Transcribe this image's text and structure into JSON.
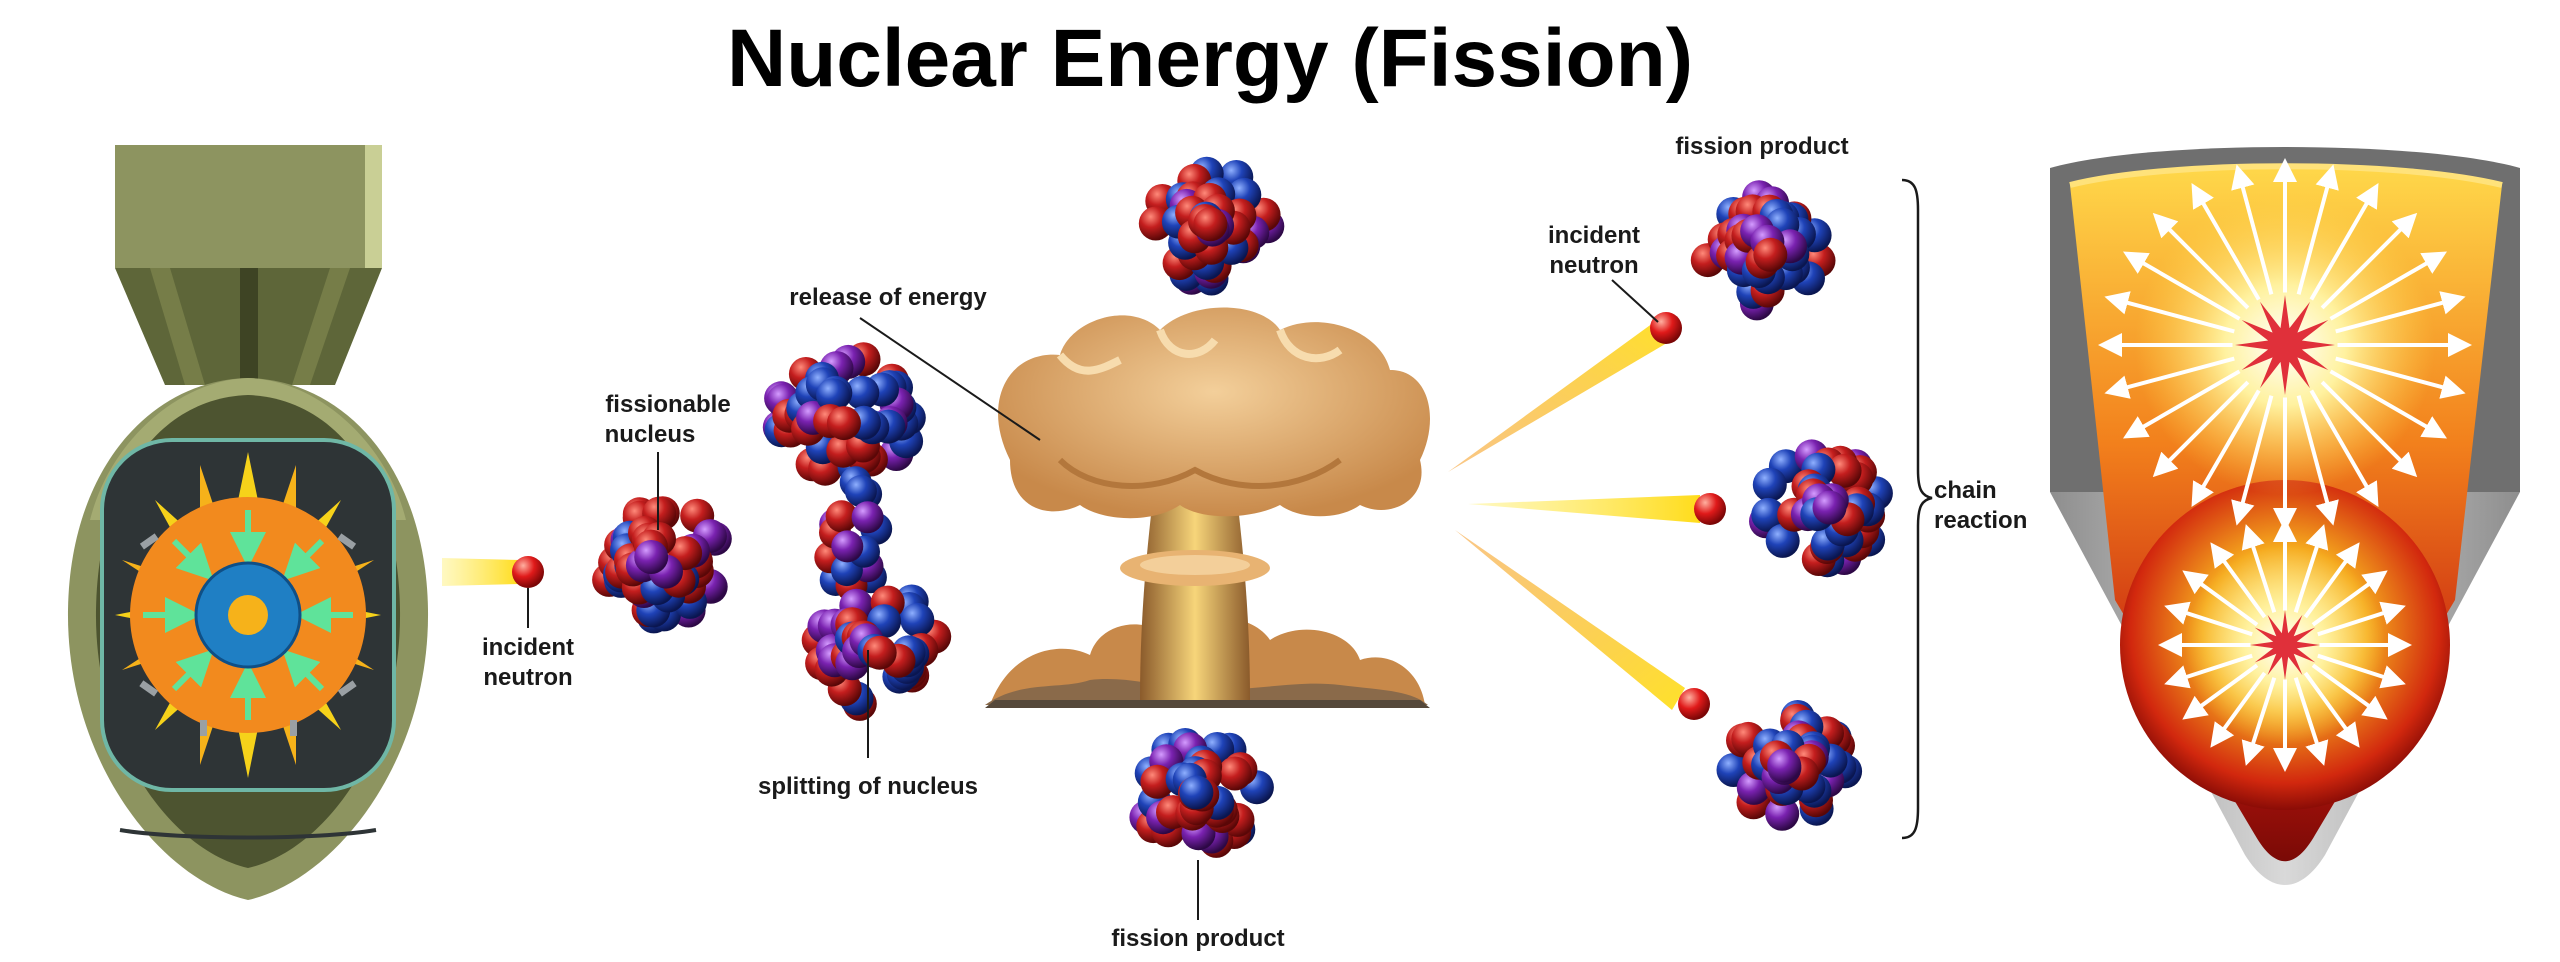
{
  "title": "Nuclear Energy (Fission)",
  "labels": {
    "incident_neutron_left": [
      "incident",
      "neutron"
    ],
    "fissionable_nucleus": [
      "fissionable",
      "nucleus"
    ],
    "splitting_of_nucleus": "splitting of nucleus",
    "release_of_energy": "release of energy",
    "fission_product_bottom": "fission product",
    "fission_product_top": "fission product",
    "incident_neutron_right": [
      "incident",
      "neutron"
    ],
    "chain_reaction": [
      "chain",
      "reaction"
    ]
  },
  "colors": {
    "proton": "#c41e1e",
    "neutron": "#1f43b8",
    "purple_particle": "#7a22b0",
    "incident_neutron": "#e01a1a",
    "neutron_trail": "#ffe22a",
    "bomb_body": "#8d9460",
    "bomb_dark": "#5e6639",
    "core_orange": "#f28a1e",
    "core_blue": "#1f7fc4",
    "core_yellow": "#f6b21a",
    "arrow_green": "#5fe39a",
    "mushroom_cloud": "#e8b372",
    "explosion_red": "#c0160e",
    "explosion_yellow": "#ffd84a",
    "casing_gray": "#a9a9a9"
  }
}
